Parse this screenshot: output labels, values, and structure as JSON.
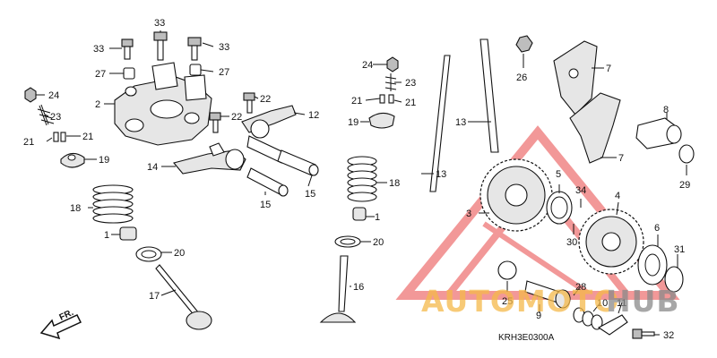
{
  "diagram": {
    "code": "KRH3E0300A",
    "front_label": "FR.",
    "callouts": [
      "33",
      "33",
      "33",
      "27",
      "27",
      "2",
      "24",
      "23",
      "21",
      "21",
      "19",
      "22",
      "22",
      "12",
      "14",
      "15",
      "15",
      "18",
      "1",
      "20",
      "17",
      "24",
      "23",
      "21",
      "21",
      "19",
      "18",
      "1",
      "20",
      "16",
      "13",
      "13",
      "26",
      "7",
      "7",
      "8",
      "29",
      "5",
      "34",
      "3",
      "4",
      "30",
      "6",
      "31",
      "28",
      "25",
      "9",
      "10",
      "11",
      "32"
    ]
  },
  "watermark": {
    "text_left": "AUTOMOTO",
    "text_right": "HUB",
    "colors": {
      "left": "#f5b94a",
      "right": "#8a8a8a",
      "logo": "#e84545"
    }
  }
}
